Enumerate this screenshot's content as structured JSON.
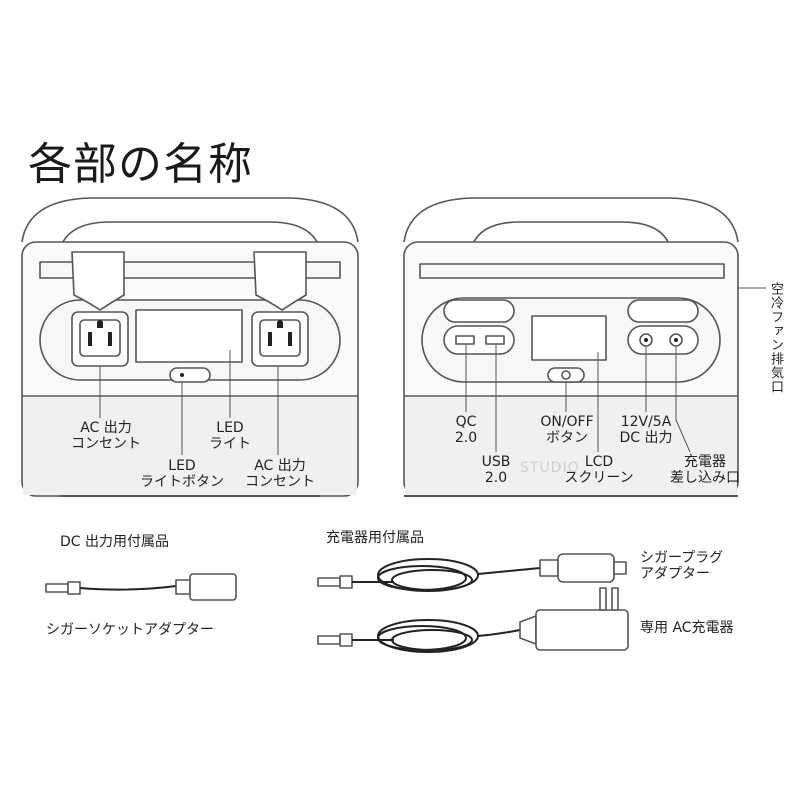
{
  "title": "各部の名称",
  "front": {
    "ac_outlet_left": [
      "AC 出力",
      "コンセント"
    ],
    "led_light": [
      "LED",
      "ライト"
    ],
    "led_light_button": [
      "LED",
      "ライトボタン"
    ],
    "ac_outlet_right": [
      "AC 出力",
      "コンセント"
    ]
  },
  "back": {
    "qc": [
      "QC",
      "2.0"
    ],
    "usb": [
      "USB",
      "2.0"
    ],
    "onoff": [
      "ON/OFF",
      "ボタン"
    ],
    "lcd": [
      "LCD",
      "スクリーン"
    ],
    "dc_out": [
      "12V/5A",
      "DC 出力"
    ],
    "charger_port": [
      "充電器",
      "差し込み口"
    ],
    "fan": "空冷ファン排気口"
  },
  "accessories": {
    "dc_heading": "DC 出力用付属品",
    "cigar_socket": "シガーソケットアダプター",
    "charger_heading": "充電器用付属品",
    "cigar_plug": [
      "シガープラグ",
      "アダプター"
    ],
    "ac_charger": "専用 AC充電器"
  },
  "watermark": "STUDIO",
  "colors": {
    "line": "#555555",
    "panel": "#f3f3f3",
    "cable": "#222222"
  }
}
